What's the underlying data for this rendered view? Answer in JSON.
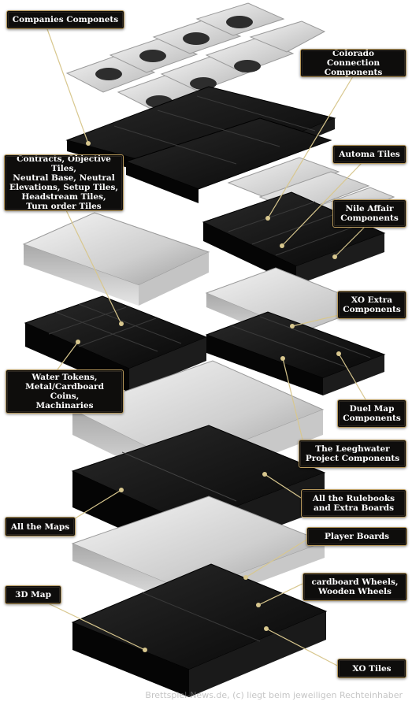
{
  "labels": {
    "companies": "Companies Componets",
    "colorado": "Colorado Connection\nComponents",
    "automa": "Automa Tiles",
    "contracts": "Contracts, Objective Tiles,\nNeutral Base, Neutral\nElevations, Setup Tiles,\nHeadstream Tiles,\nTurn order Tiles",
    "nile": "Nile Affair\nComponents",
    "xo_extra": "XO Extra\nComponents",
    "water": "Water Tokens,\nMetal/Cardboard Coins,\nMachinaries",
    "duel": "Duel Map\nComponents",
    "leeghwater": "The Leeghwater\nProject Components",
    "rulebooks": "All the Rulebooks\nand Extra Boards",
    "maps": "All the Maps",
    "player_boards": "Player Boards",
    "wheels": "cardboard Wheels,\nWooden Wheels",
    "map3d": "3D Map",
    "xo_tiles": "XO Tiles"
  },
  "watermark": "Brettspiel-News.de, (c) liegt beim jeweiligen Rechteinhaber",
  "colors": {
    "label_bg": "#0e0d0c",
    "label_border": "#b99a5c",
    "leader": "#d8c78e",
    "tray": "#111111",
    "lid": "#d4d4d4"
  }
}
